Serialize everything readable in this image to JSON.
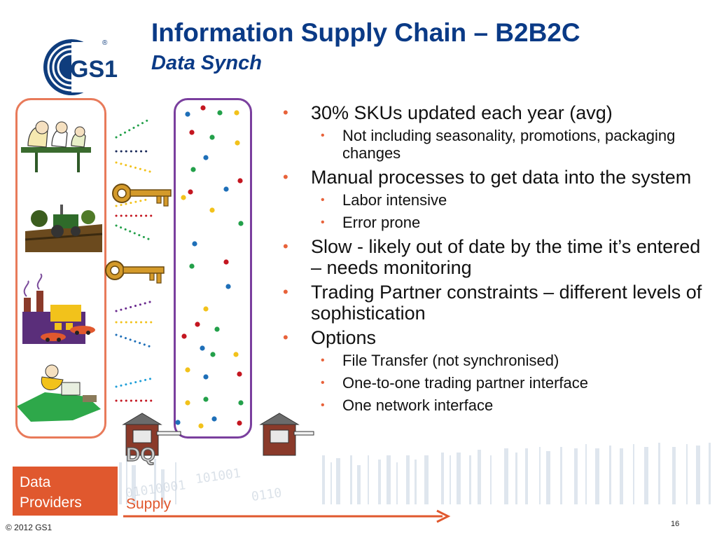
{
  "header": {
    "title": "Information Supply Chain – B2B2C",
    "subtitle": "Data Synch",
    "logo_text": "GS1",
    "registered_mark": "®"
  },
  "diagram": {
    "dq_label": "DQ",
    "colors": {
      "blue": "#1e6fb8",
      "red": "#c41620",
      "green": "#23a04a",
      "yellow": "#f2c21b",
      "purple": "#6a2a8e",
      "orange": "#e0582e"
    }
  },
  "bullets": [
    {
      "level": 1,
      "text": "30% SKUs updated each year (avg)"
    },
    {
      "level": 2,
      "text": "Not including seasonality, promotions, packaging changes"
    },
    {
      "level": 1,
      "text": "Manual processes to get data into the system"
    },
    {
      "level": 2,
      "text": "Labor intensive"
    },
    {
      "level": 2,
      "text": "Error prone"
    },
    {
      "level": 1,
      "text": "Slow - likely out of date by the time it’s entered – needs monitoring"
    },
    {
      "level": 1,
      "text": "Trading Partner constraints – different levels of sophistication"
    },
    {
      "level": 1,
      "text": "Options"
    },
    {
      "level": 2,
      "text": "File Transfer (not synchronised)"
    },
    {
      "level": 2,
      "text": "One-to-one trading partner interface"
    },
    {
      "level": 2,
      "text": "One network interface"
    }
  ],
  "footer": {
    "data_providers": "Data Providers",
    "supply": "Supply",
    "copyright": "© 2012 GS1",
    "page_number": "16"
  }
}
